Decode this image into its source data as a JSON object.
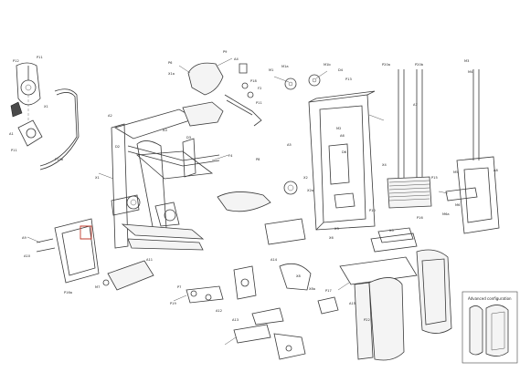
{
  "diagram": {
    "inset_title": "Advanced configuration",
    "labels": [
      "P12",
      "P11",
      "A1",
      "P11",
      "X1",
      "P12a",
      "A2",
      "D2",
      "X1",
      "P6",
      "X1a",
      "A3",
      "D3",
      "P9",
      "A4",
      "P18",
      "F2",
      "P11",
      "M1",
      "M1a",
      "M1b",
      "D4",
      "P13",
      "A5",
      "F4",
      "P8",
      "X2",
      "X2a",
      "M2",
      "A6",
      "D6",
      "X3",
      "P10",
      "P20a",
      "P20b",
      "M3",
      "M4",
      "A7",
      "X4",
      "P15",
      "M5",
      "A8",
      "M6",
      "M6a",
      "P16",
      "X5",
      "X6",
      "A9",
      "A10",
      "P16a",
      "M7",
      "A11",
      "P7",
      "P19",
      "A12",
      "A13",
      "A14",
      "X8",
      "X8a",
      "P17",
      "A15",
      "P22",
      "A16"
    ]
  }
}
